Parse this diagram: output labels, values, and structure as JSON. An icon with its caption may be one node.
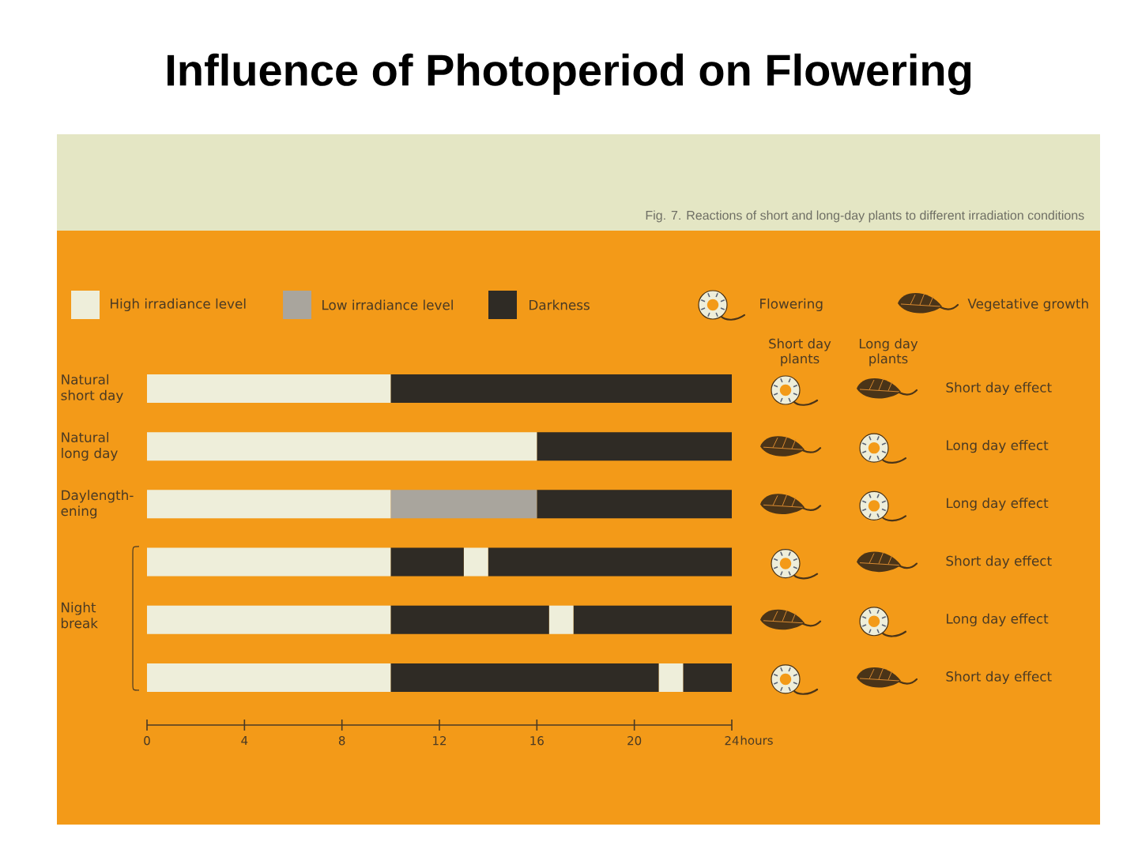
{
  "diagram": {
    "title": "Influence of Photoperiod on Flowering",
    "caption": "Fig. 7. Reactions of short and long-day plants to different irradiation conditions",
    "labels": [
      "Short day plants",
      "Long day plants",
      "Short day effect",
      "Long day effect",
      "Long day effect",
      "Short day effect",
      "Night break",
      "Long day effect",
      "Short day effect"
    ],
    "legend": [
      {
        "text": "High irradiance level",
        "color": "#eeeeda"
      },
      {
        "text": "Low irradiance level",
        "color": "#a9a59d"
      },
      {
        "text": "Darkness",
        "color": "#2f2b25"
      },
      {
        "text": "Flowering"
      },
      {
        "text": "Vegetative growth"
      }
    ],
    "chart_data": {
      "type": "bar",
      "orientation": "horizontal",
      "stacked": true,
      "xlabel": "hours",
      "categories": [
        "Natural short day",
        "Natural long day",
        "Daylength- ening",
        null,
        null,
        null
      ],
      "series": [
        {
          "color": "#eeeeda",
          "values": [
            10,
            16,
            10,
            10,
            10,
            10
          ]
        },
        {
          "color": "#a9a59d",
          "values": [
            null,
            null,
            6,
            null,
            null,
            null
          ]
        },
        {
          "color": "#2f2b25",
          "values": [
            14,
            8,
            8,
            3,
            6.5,
            11
          ]
        },
        {
          "color": "#eeeeda",
          "values": [
            null,
            null,
            null,
            1,
            1,
            1
          ]
        },
        {
          "color": "#2f2b25",
          "values": [
            null,
            null,
            null,
            10,
            6.5,
            2
          ]
        }
      ],
      "xlim": [
        0,
        24
      ],
      "xticks": [
        0,
        4,
        8,
        12,
        16,
        20,
        24
      ]
    }
  }
}
